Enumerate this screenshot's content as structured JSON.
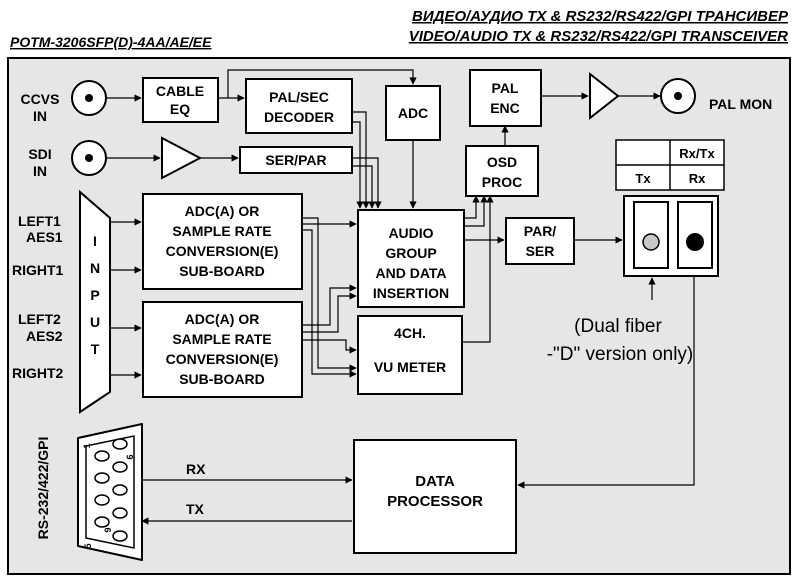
{
  "header": {
    "model": "POTM-3206SFP(D)-4AA/AE/EE",
    "title_ru": "ВИДЕО/АУДИО TX  &  RS232/RS422/GPI ТРАНСИВЕР",
    "title_en": "VIDEO/AUDIO TX  &  RS232/RS422/GPI TRANSCEIVER"
  },
  "inputs": {
    "ccvs_line1": "CCVS",
    "ccvs_line2": "IN",
    "sdi_line1": "SDI",
    "sdi_line2": "IN",
    "left1": "LEFT1",
    "aes1": "AES1",
    "right1": "RIGHT1",
    "left2": "LEFT2",
    "aes2": "AES2",
    "right2": "RIGHT2",
    "input_letters": [
      "I",
      "N",
      "P",
      "U",
      "T"
    ]
  },
  "blocks": {
    "cable_eq": [
      "CABLE",
      "EQ"
    ],
    "pal_sec_decoder": [
      "PAL/SEC",
      "DECODER"
    ],
    "adc": [
      "ADC"
    ],
    "pal_enc": [
      "PAL",
      "ENC"
    ],
    "ser_par": [
      "SER/PAR"
    ],
    "osd_proc": [
      "OSD",
      "PROC"
    ],
    "subboard1": [
      "ADC(A) OR",
      "SAMPLE RATE",
      "CONVERSION(E)",
      "SUB-BOARD"
    ],
    "subboard2": [
      "ADC(A) OR",
      "SAMPLE RATE",
      "CONVERSION(E)",
      "SUB-BOARD"
    ],
    "audio_group": [
      "AUDIO",
      "GROUP",
      "AND DATA",
      "INSERTION"
    ],
    "par_ser": [
      "PAR/",
      "SER"
    ],
    "vu_meter": [
      "4CH.",
      "VU METER"
    ],
    "data_processor": [
      "DATA",
      "PROCESSOR"
    ]
  },
  "outputs": {
    "pal_mon": "PAL MON"
  },
  "fiber": {
    "header_rxtx": "Rx/Tx",
    "header_tx": "Tx",
    "header_rx": "Rx",
    "note_line1": "(Dual fiber",
    "note_line2": "-\"D\" version only)"
  },
  "serial": {
    "connector_label": "RS-232/422/GPI",
    "rx": "RX",
    "tx": "TX",
    "pin_1": "1",
    "pin_5": "5",
    "pin_6": "6",
    "pin_9": "9"
  }
}
